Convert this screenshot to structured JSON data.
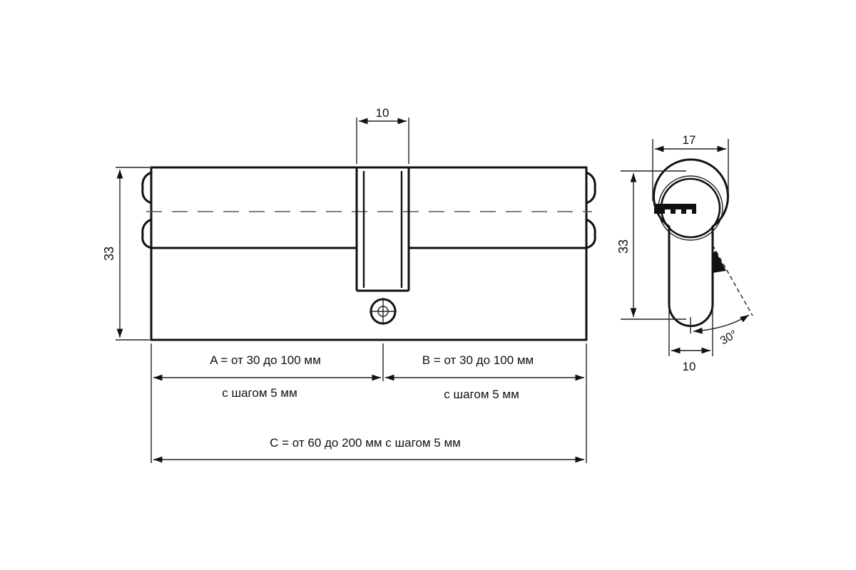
{
  "side_view": {
    "cam_width": "10",
    "height": "33",
    "part_a": "A =  от 30 до 100 мм",
    "part_a_step": "с шагом 5 мм",
    "part_b": "B = от 30 до 100 мм",
    "part_b_step": "с шагом 5 мм",
    "total_c": "С = от 60 до 200 мм с шагом 5 мм"
  },
  "end_view": {
    "diameter": "17",
    "height": "33",
    "bottom_width": "10",
    "cam_angle": "30°"
  }
}
